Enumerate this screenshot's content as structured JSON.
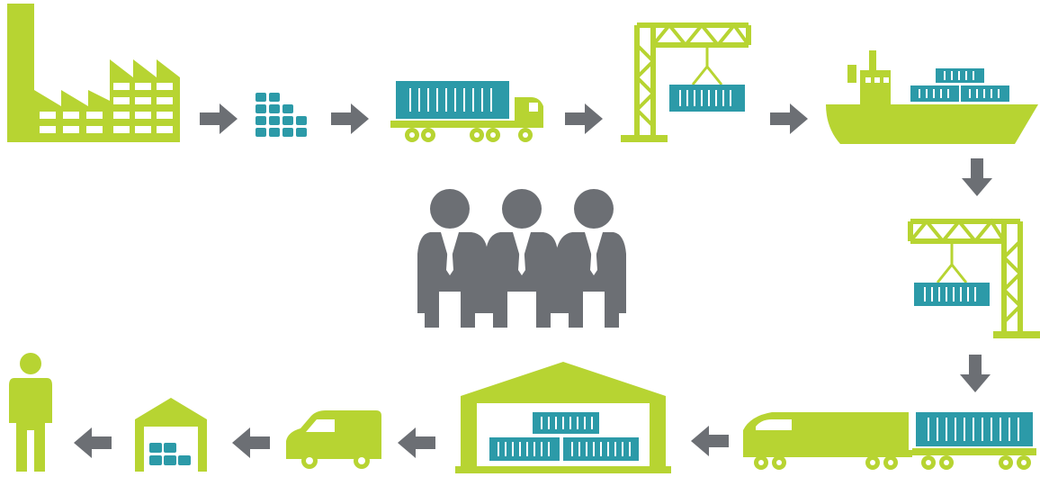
{
  "colors": {
    "lime": "#b7d432",
    "teal": "#2c9aa8",
    "gray": "#6c6f74",
    "white": "#ffffff"
  },
  "flow": [
    {
      "step": 1,
      "icon": "factory-icon"
    },
    {
      "step": 2,
      "icon": "stacked-boxes-icon"
    },
    {
      "step": 3,
      "icon": "container-truck-icon"
    },
    {
      "step": 4,
      "icon": "port-crane-icon"
    },
    {
      "step": 5,
      "icon": "cargo-ship-icon"
    },
    {
      "step": 6,
      "icon": "port-crane-icon"
    },
    {
      "step": 7,
      "icon": "freight-train-icon"
    },
    {
      "step": 8,
      "icon": "warehouse-icon"
    },
    {
      "step": 9,
      "icon": "delivery-van-icon"
    },
    {
      "step": 10,
      "icon": "small-warehouse-icon"
    },
    {
      "step": 11,
      "icon": "customer-person-icon"
    }
  ],
  "center": {
    "icon": "business-team-icon",
    "people_count": 3
  }
}
